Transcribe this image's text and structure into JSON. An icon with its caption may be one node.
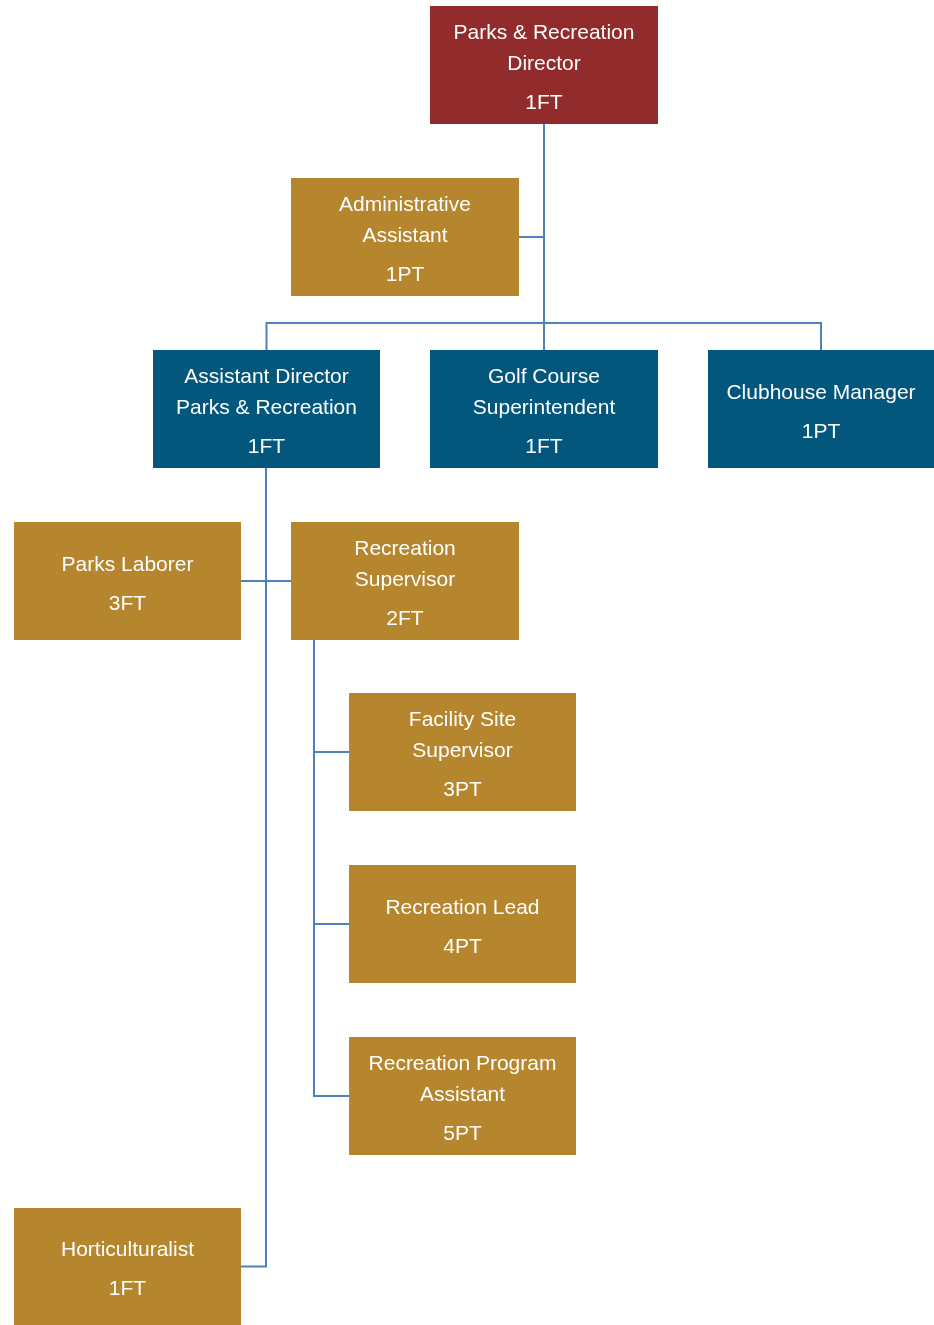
{
  "diagram": {
    "nodes": [
      {
        "text": [
          "Parks & Recreation Director",
          "1FT"
        ]
      },
      {
        "text": [
          "Administrative Assistant",
          "1PT"
        ]
      },
      {
        "text": [
          "Assistant Director Parks & Recreation",
          "1FT"
        ]
      },
      {
        "text": [
          "Golf Course Superintendent",
          "1FT"
        ]
      },
      {
        "text": [
          "Clubhouse Manager",
          "1PT"
        ]
      },
      {
        "text": [
          "Parks Laborer",
          "3FT"
        ]
      },
      {
        "text": [
          "Recreation Supervisor",
          "2FT"
        ]
      },
      {
        "text": [
          "Facility Site Supervisor",
          "3PT"
        ]
      },
      {
        "text": [
          "Recreation Lead",
          "4PT"
        ]
      },
      {
        "text": [
          "Recreation Program Assistant",
          "5PT"
        ]
      },
      {
        "text": [
          "Horticulturalist",
          "1FT"
        ]
      }
    ],
    "edges": [
      {
        "from": 0,
        "to": 1,
        "arrow": "none"
      },
      {
        "from": 0,
        "to": 2,
        "arrow": "none"
      },
      {
        "from": 0,
        "to": 3,
        "arrow": "none"
      },
      {
        "from": 0,
        "to": 4,
        "arrow": "none"
      },
      {
        "from": 2,
        "to": 5,
        "arrow": "none"
      },
      {
        "from": 2,
        "to": 6,
        "arrow": "none"
      },
      {
        "from": 2,
        "to": 10,
        "arrow": "none"
      },
      {
        "from": 6,
        "to": 7,
        "arrow": "none"
      },
      {
        "from": 6,
        "to": 8,
        "arrow": "none"
      },
      {
        "from": 6,
        "to": 9,
        "arrow": "none"
      }
    ]
  }
}
